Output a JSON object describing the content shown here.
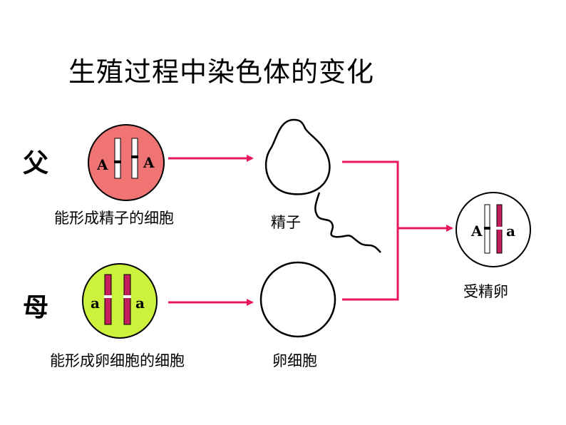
{
  "title": "生殖过程中染色体的变化",
  "father": {
    "label": "父",
    "cell_caption": "能形成精子的细胞",
    "allele_left": "A",
    "allele_right": "A",
    "gamete_caption": "精子",
    "cell_color": "#f07474",
    "chromosome_color": "#ffffff"
  },
  "mother": {
    "label": "母",
    "cell_caption": "能形成卵细胞的细胞",
    "allele_left": "a",
    "allele_right": "a",
    "gamete_caption": "卵细胞",
    "cell_color": "#ccf23e",
    "chromosome_color": "#c41f5c"
  },
  "zygote": {
    "caption": "受精卵",
    "allele_left": "A",
    "allele_right": "a"
  },
  "arrow_color": "#e8185c"
}
